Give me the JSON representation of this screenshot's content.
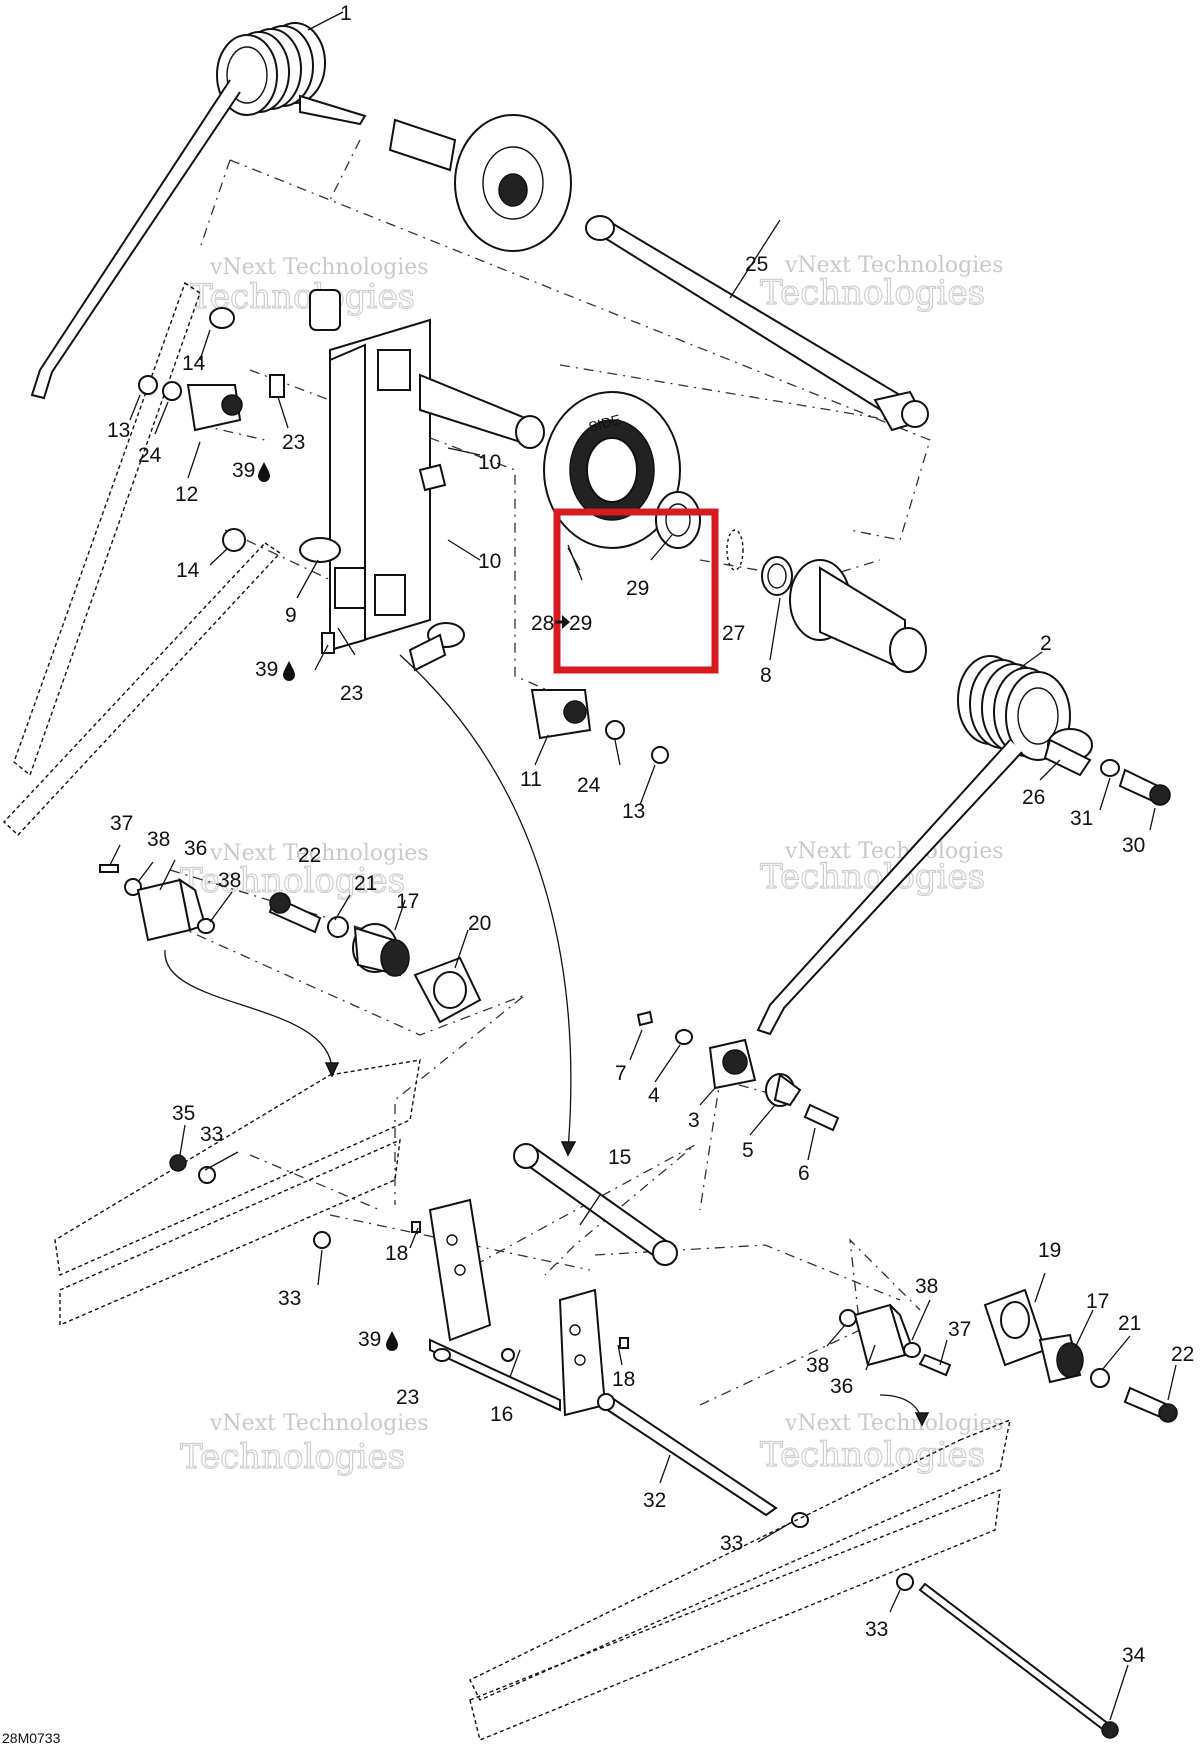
{
  "figure_code": "28M0733",
  "watermark": {
    "small": "vNext Technologies",
    "big": "Technologies"
  },
  "callouts": {
    "c1": "1",
    "c2": "2",
    "c3": "3",
    "c4": "4",
    "c5": "5",
    "c6": "6",
    "c7": "7",
    "c8": "8",
    "c9": "9",
    "c10a": "10",
    "c10b": "10",
    "c11": "11",
    "c12": "12",
    "c13a": "13",
    "c13b": "13",
    "c14a": "14",
    "c14b": "14",
    "c15": "15",
    "c16": "16",
    "c17a": "17",
    "c17b": "17",
    "c18a": "18",
    "c18b": "18",
    "c19": "19",
    "c20": "20",
    "c21a": "21",
    "c21b": "21",
    "c22a": "22",
    "c22b": "22",
    "c23a": "23",
    "c23b": "23",
    "c23c": "23",
    "c24a": "24",
    "c24b": "24",
    "c25": "25",
    "c26": "26",
    "c27": "27",
    "c28": "28",
    "c29a": "29",
    "c29b": "29",
    "c30": "30",
    "c31": "31",
    "c32": "32",
    "c33a": "33",
    "c33b": "33",
    "c33c": "33",
    "c33d": "33",
    "c34": "34",
    "c35": "35",
    "c36a": "36",
    "c36b": "36",
    "c37a": "37",
    "c37b": "37",
    "c38a": "38",
    "c38b": "38",
    "c38c": "38",
    "c38d": "38",
    "c39a": "39",
    "c39b": "39",
    "c39c": "39"
  },
  "highlight": {
    "color": "#d71920",
    "target_callout": "29"
  }
}
